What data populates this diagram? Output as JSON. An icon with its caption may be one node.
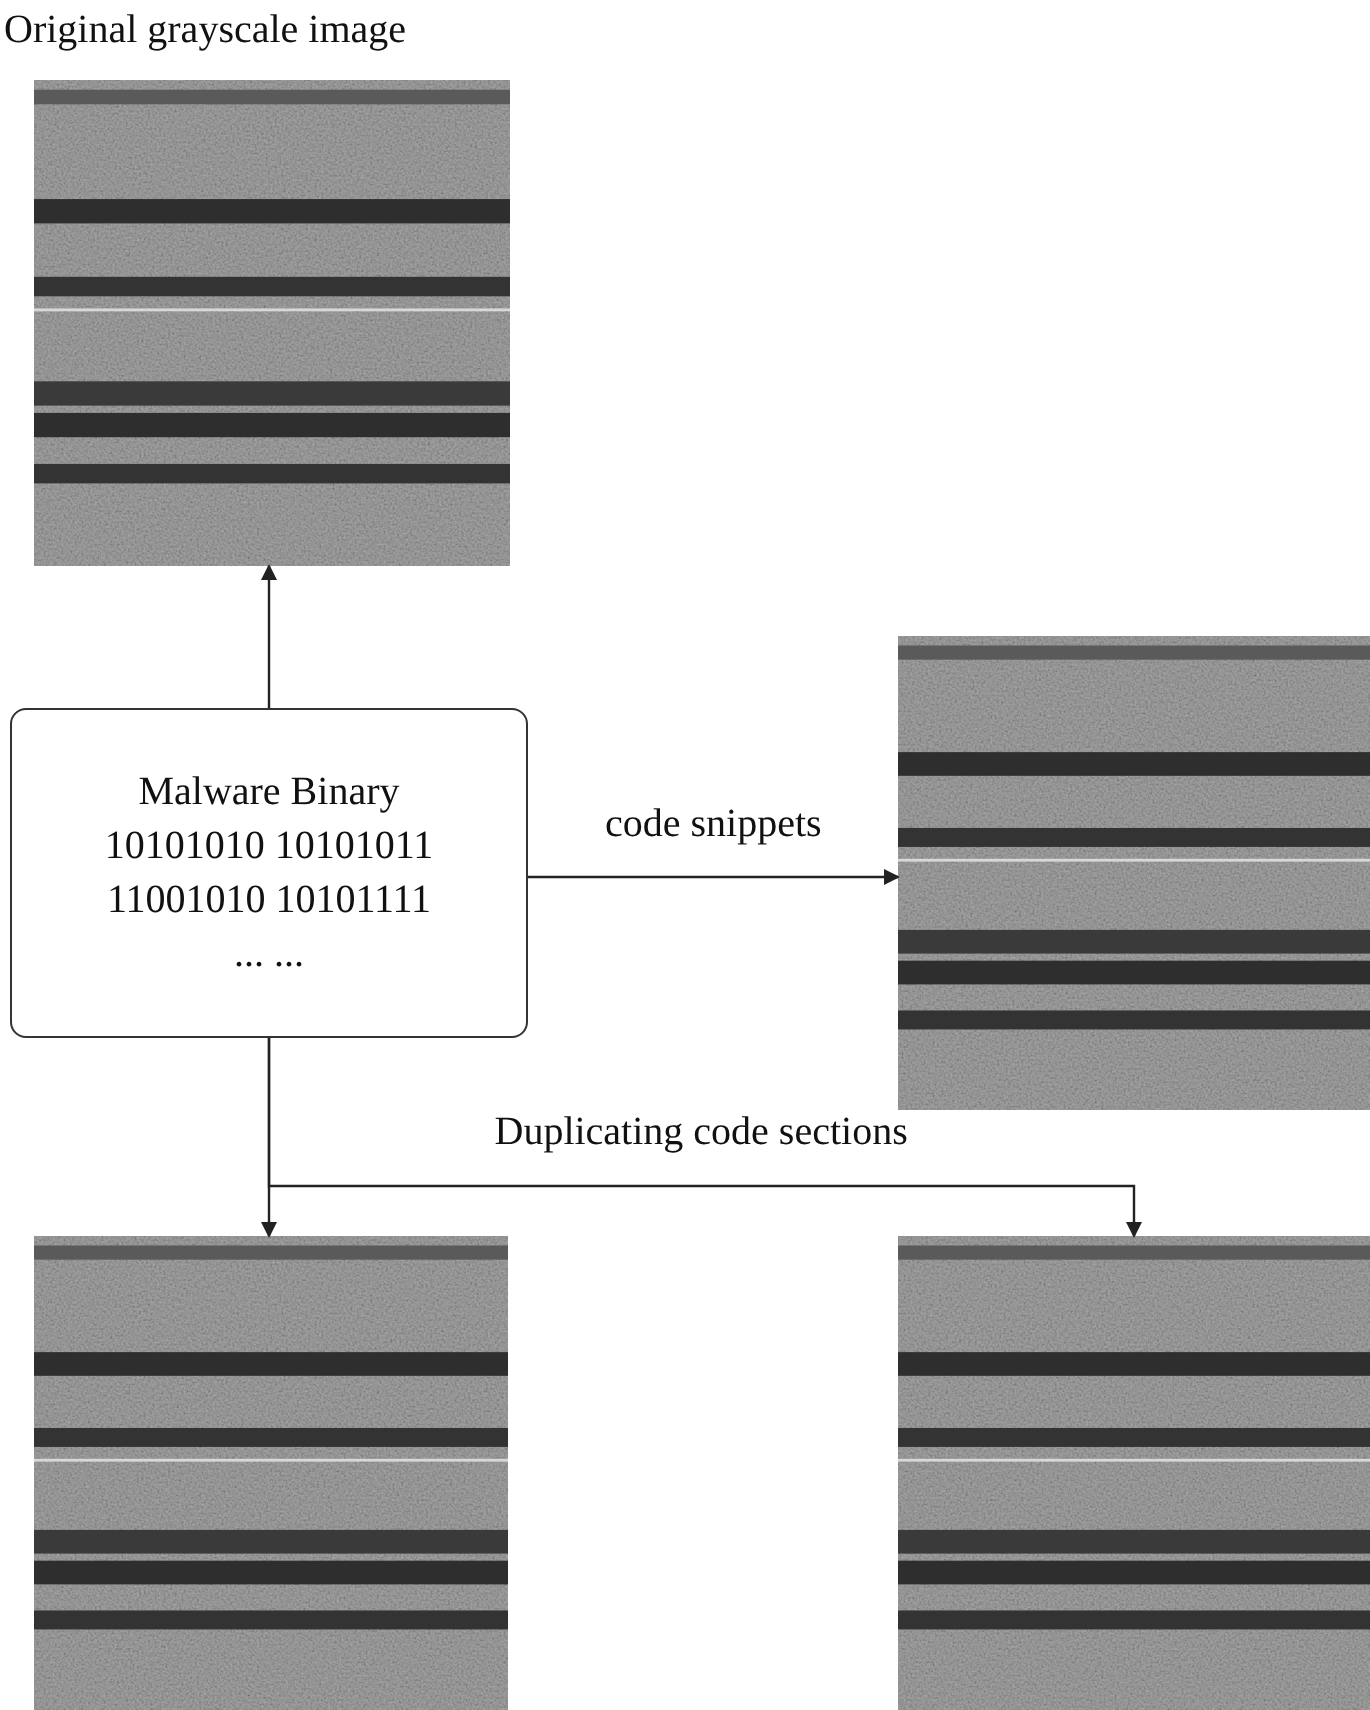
{
  "diagram": {
    "nodes": [
      {
        "text": [],
        "shape": "picture",
        "beside": [
          "Original grayscale image"
        ]
      },
      {
        "text": [
          "Malware Binary",
          "10101010 10101011",
          "11001010 10101111",
          "... ..."
        ]
      },
      {
        "text": [],
        "shape": "picture"
      },
      {
        "text": [],
        "shape": "picture"
      },
      {
        "text": [],
        "shape": "picture"
      }
    ],
    "edges": [
      {
        "from": 1,
        "to": 0,
        "arrow": "to"
      },
      {
        "from": 1,
        "to": 2,
        "arrow": "to",
        "label": "code snippets"
      },
      {
        "from": 1,
        "to": 3,
        "arrow": "to"
      },
      {
        "from": 1,
        "to": 4,
        "arrow": "to",
        "label": "Duplicating code sections"
      }
    ]
  }
}
